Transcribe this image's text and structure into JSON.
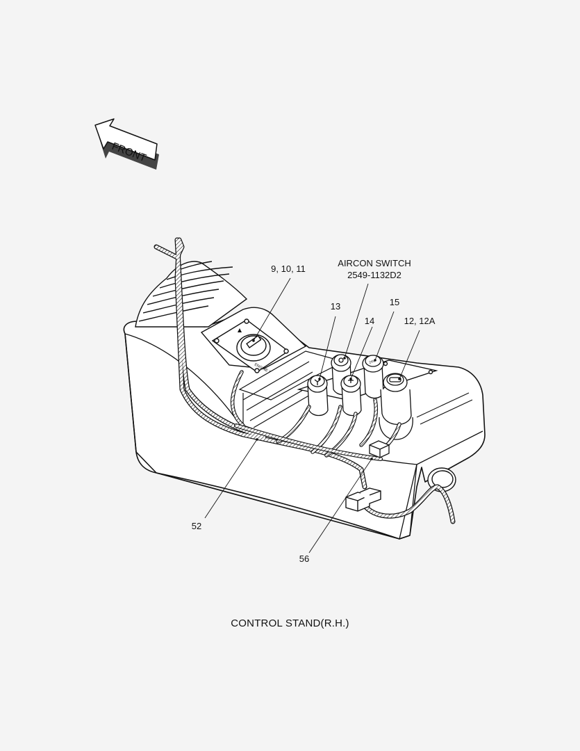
{
  "direction": {
    "label": "FRONT"
  },
  "callouts": {
    "aircon_title": "AIRCON SWITCH",
    "aircon_part": "2549-1132D2",
    "c_9_10_11": "9, 10, 11",
    "c_13": "13",
    "c_14": "14",
    "c_15": "15",
    "c_12_12a": "12, 12A",
    "c_52": "52",
    "c_56": "56"
  },
  "panel_text": {
    "dial": "ENGINE SPEED",
    "socket": "24V"
  },
  "caption": "CONTROL STAND(R.H.)"
}
